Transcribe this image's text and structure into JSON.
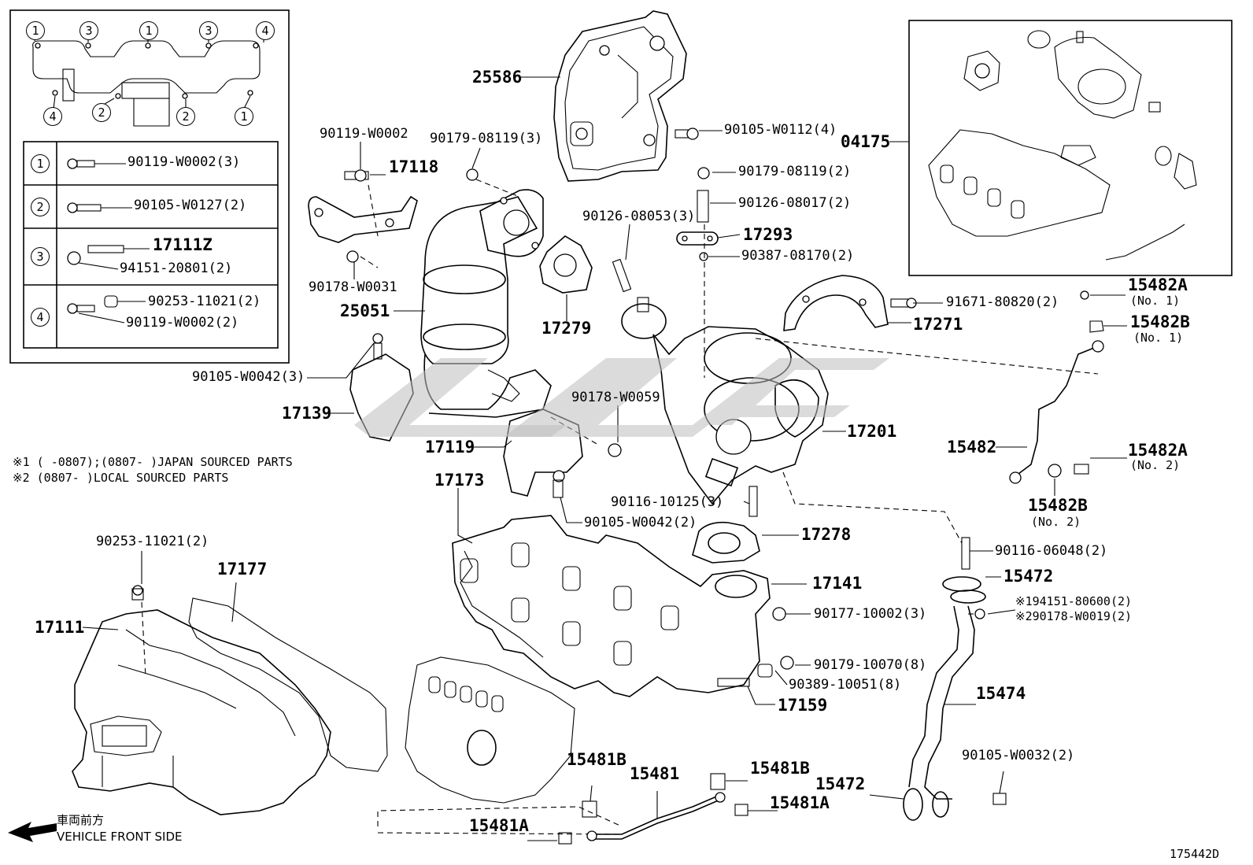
{
  "diagram_id": "175442D",
  "legend_notes": {
    "note1": "※1 (     -0807);(0807-      )JAPAN SOURCED PARTS",
    "note2": "※2 (0807-      )LOCAL SOURCED PARTS"
  },
  "direction": {
    "jp": "車両前方",
    "en": "VEHICLE FRONT SIDE"
  },
  "inset_table": {
    "rows": [
      {
        "num": "1",
        "parts": [
          "90119-W0002(3)"
        ]
      },
      {
        "num": "2",
        "parts": [
          "90105-W0127(2)"
        ]
      },
      {
        "num": "3",
        "parts": [
          "17111Z",
          "94151-20801(2)"
        ]
      },
      {
        "num": "4",
        "parts": [
          "90253-11021(2)",
          "90119-W0002(2)"
        ]
      }
    ],
    "top_marks": [
      "1",
      "3",
      "1",
      "3",
      "4"
    ],
    "bottom_marks": [
      "4",
      "2",
      "2",
      "1"
    ]
  },
  "labels": {
    "p25586": "25586",
    "p90105_W0112": "90105-W0112(4)",
    "p04175": "04175",
    "p90119_W0002": "90119-W0002",
    "p90179_08119_3": "90179-08119(3)",
    "p17118": "17118",
    "p90179_08119_2": "90179-08119(2)",
    "p90126_08017": "90126-08017(2)",
    "p90126_08053": "90126-08053(3)",
    "p17293": "17293",
    "p90387_08170": "90387-08170(2)",
    "p90178_W0031": "90178-W0031",
    "p25051": "25051",
    "p17279": "17279",
    "p91671_80820": "91671-80820(2)",
    "p17271": "17271",
    "p15482A_1": "15482A",
    "p15482A_1n": "(No. 1)",
    "p15482B_1": "15482B",
    "p15482B_1n": "(No. 1)",
    "p90105_W0042_3": "90105-W0042(3)",
    "p17139": "17139",
    "p90178_W0059": "90178-W0059",
    "p17201": "17201",
    "p17119": "17119",
    "p15482": "15482",
    "p15482A_2": "15482A",
    "p15482A_2n": "(No. 2)",
    "p15482B_2": "15482B",
    "p15482B_2n": "(No. 2)",
    "p17173": "17173",
    "p90116_10125": "90116-10125(3)",
    "p90105_W0042_2": "90105-W0042(2)",
    "p17278": "17278",
    "p90253_11021": "90253-11021(2)",
    "p17177": "17177",
    "p90116_06048": "90116-06048(2)",
    "p15472a": "15472",
    "p17141": "17141",
    "p94151_80600": "※194151-80600(2)",
    "p90178_W0019": "※290178-W0019(2)",
    "p17111": "17111",
    "p90177_10002": "90177-10002(3)",
    "p90179_10070": "90179-10070(8)",
    "p90389_10051": "90389-10051(8)",
    "p17159": "17159",
    "p15474": "15474",
    "p15481B_a": "15481B",
    "p15481": "15481",
    "p15481B_b": "15481B",
    "p90105_W0032": "90105-W0032(2)",
    "p15472b": "15472",
    "p15481A_a": "15481A",
    "p15481A_b": "15481A"
  }
}
